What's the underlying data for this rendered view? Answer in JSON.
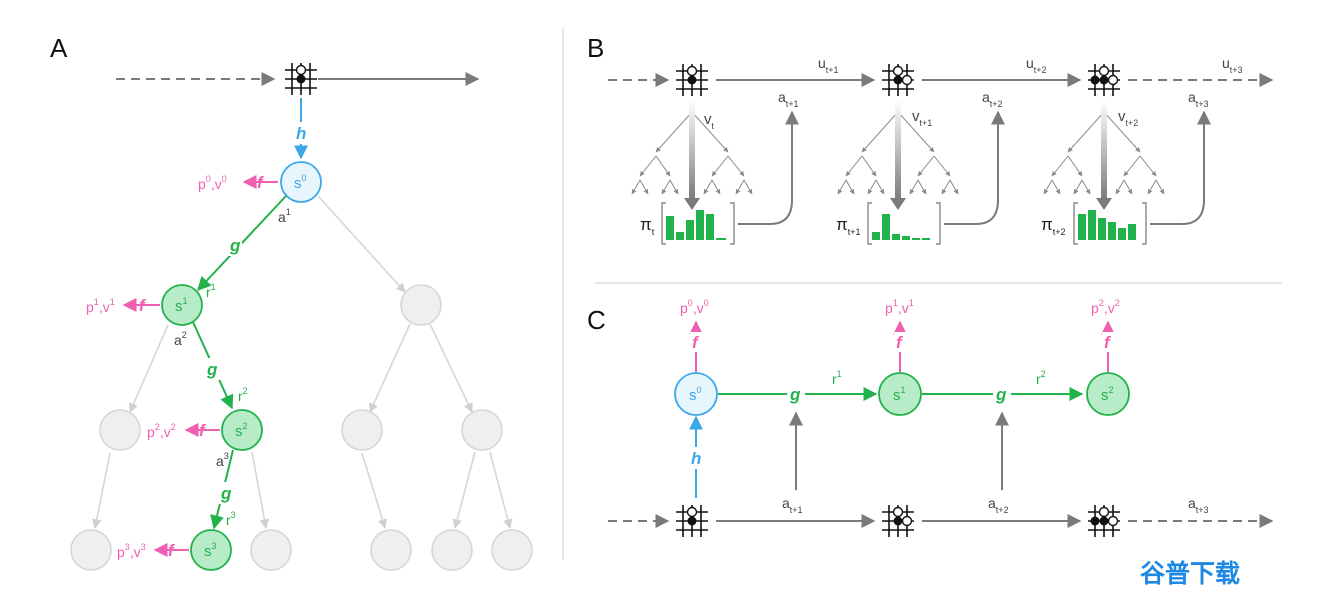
{
  "panels": {
    "a": "A",
    "b": "B",
    "c": "C"
  },
  "functions": {
    "h": "h",
    "g": "g",
    "f": "f"
  },
  "state_labels": {
    "s0": "s",
    "s1": "s",
    "s2": "s",
    "s3": "s",
    "sup0": "0",
    "sup1": "1",
    "sup2": "2",
    "sup3": "3"
  },
  "panel_a": {
    "pv": [
      "p",
      "v"
    ],
    "actions": [
      "a",
      "a",
      "a"
    ],
    "action_sup": [
      "1",
      "2",
      "3"
    ],
    "rewards": [
      "r",
      "r",
      "r"
    ],
    "reward_sup": [
      "1",
      "2",
      "3"
    ]
  },
  "panel_b": {
    "values": [
      "v",
      "v",
      "v"
    ],
    "value_sub": [
      "t",
      "t+1",
      "t+2"
    ],
    "policies": [
      "π",
      "π",
      "π"
    ],
    "policy_sub": [
      "t",
      "t+1",
      "t+2"
    ],
    "actions": [
      "a",
      "a",
      "a"
    ],
    "action_sub": [
      "t+1",
      "t+2",
      "t+3"
    ],
    "rewards": [
      "u",
      "u",
      "u"
    ],
    "reward_sub": [
      "t+1",
      "t+2",
      "t+3"
    ]
  },
  "panel_c": {
    "pv_sup": [
      "0",
      "1",
      "2"
    ],
    "rewards": [
      "r",
      "r"
    ],
    "reward_sup": [
      "1",
      "2"
    ],
    "actions": [
      "a",
      "a",
      "a"
    ],
    "action_sub": [
      "t+1",
      "t+2",
      "t+3"
    ]
  },
  "watermark": "谷普下载",
  "colors": {
    "pink": "#ef5fb2",
    "green": "#22b24c",
    "blue": "#3aa8e8",
    "gray": "#7a7a7a",
    "lightgray": "#d8d8d8"
  }
}
